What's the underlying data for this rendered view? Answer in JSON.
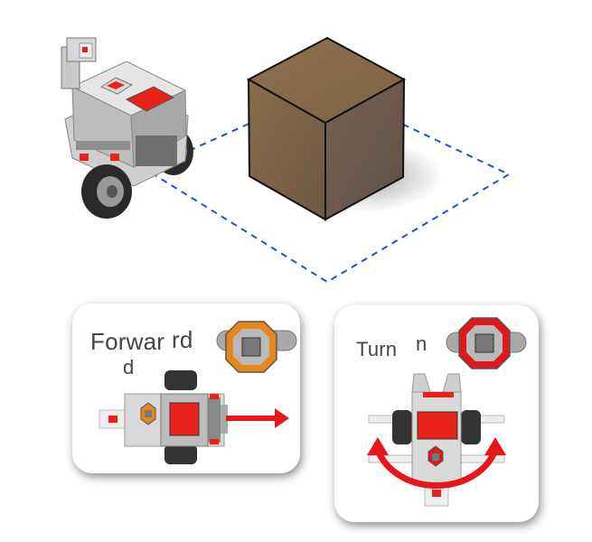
{
  "forward_card": {
    "label_line1": "Forwar",
    "label_overlap": "rd",
    "label_line2": "d"
  },
  "turn_card": {
    "label": "Turn",
    "label_overlap": "n"
  },
  "colors": {
    "cube_top": "#8a6d4c",
    "cube_side": "#7a6048",
    "dashed_path": "#1f4fd8",
    "arrow_red": "#e8151b",
    "screen_red": "#e8211b",
    "forward_hub_orange": "#e8861e",
    "turn_hub_red": "#e0181b"
  }
}
